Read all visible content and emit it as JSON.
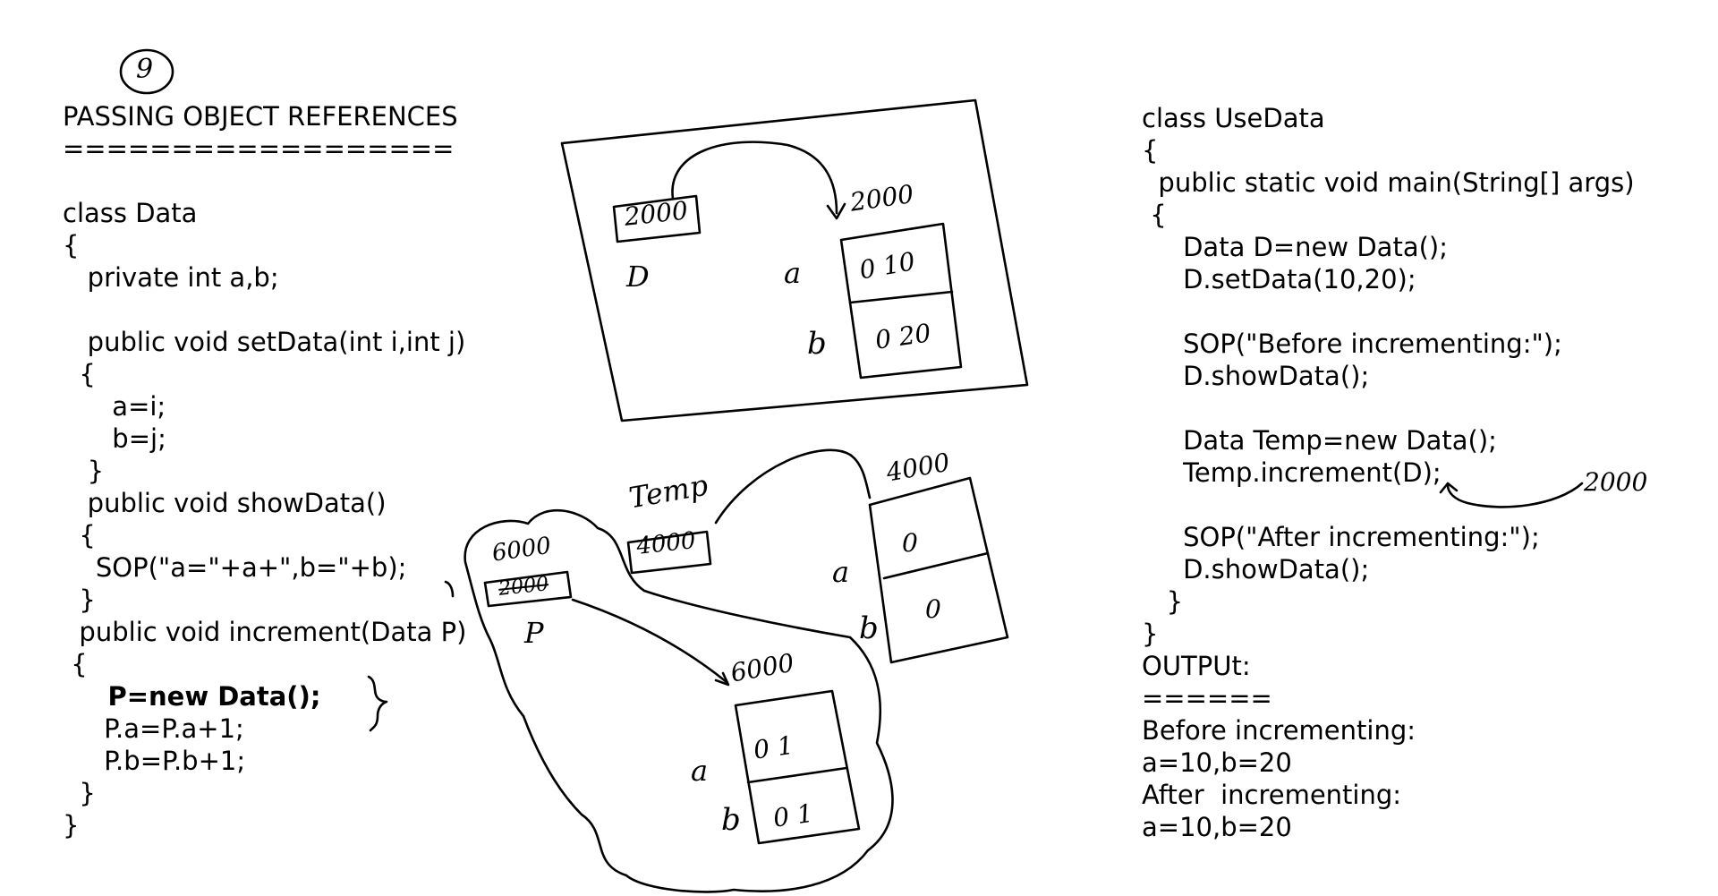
{
  "page_number_mark": "9",
  "left_code": {
    "lines": [
      "PASSING OBJECT REFERENCES",
      "==================",
      "",
      "class Data",
      "{",
      "   private int a,b;",
      "",
      "   public void setData(int i,int j)",
      "  {",
      "      a=i;",
      "      b=j;",
      "   }",
      "   public void showData()",
      "  {",
      "    SOP(\"a=\"+a+\",b=\"+b);",
      "  }",
      "  public void increment(Data P)",
      " {",
      "     P=new Data();",
      "     P.a=P.a+1;",
      "     P.b=P.b+1;",
      "  }",
      "}"
    ],
    "bold_line_index": 18
  },
  "right_code": {
    "lines": [
      "class UseData",
      "{",
      "  public static void main(String[] args)",
      " {",
      "     Data D=new Data();",
      "     D.setData(10,20);",
      "",
      "     SOP(\"Before incrementing:\");",
      "     D.showData();",
      "",
      "     Data Temp=new Data();",
      "     Temp.increment(D);",
      "",
      "     SOP(\"After incrementing:\");",
      "     D.showData();",
      "   }",
      "}",
      "OUTPUt:",
      "======",
      "Before incrementing:",
      "a=10,b=20",
      "After  incrementing:",
      "a=10,b=20"
    ]
  },
  "annotations": {
    "top_box_ref": "2000",
    "top_var_D": "D",
    "top_obj_addr": "2000",
    "top_field_a": "a",
    "top_field_b": "b",
    "top_a_value": "0 10",
    "top_b_value": "0 20",
    "temp_label": "Temp",
    "temp_ref": "4000",
    "temp_obj_addr": "4000",
    "temp_field_a": "a",
    "temp_field_b": "b",
    "temp_a_value": "0",
    "temp_b_value": "0",
    "p_ref_new": "6000",
    "p_ref_old": "2000",
    "p_label": "P",
    "p_obj_addr": "6000",
    "p_field_a": "a",
    "p_field_b": "b",
    "p_a_value": "0 1",
    "p_b_value": "0 1",
    "call_arg_addr": "2000"
  }
}
